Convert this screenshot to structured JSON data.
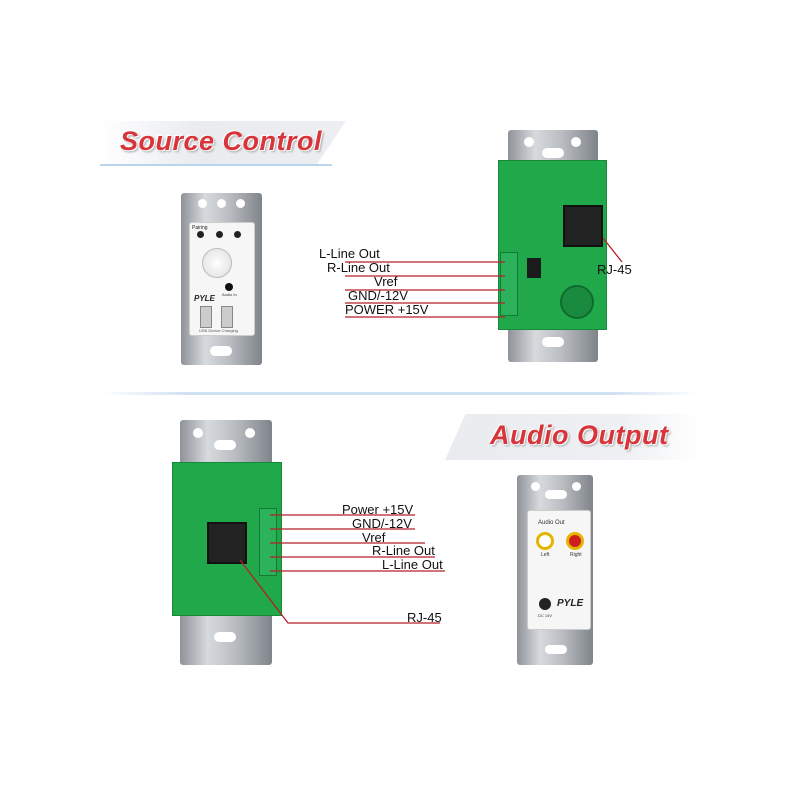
{
  "sections": {
    "source_control": {
      "title": "Source Control",
      "labels": [
        "L-Line Out",
        "R-Line Out",
        "Vref",
        "GND/-12V",
        "POWER +15V"
      ],
      "rj45": "RJ-45"
    },
    "audio_output": {
      "title": "Audio Output",
      "labels": [
        "Power +15V",
        "GND/-12V",
        "Vref",
        "R-Line Out",
        "L-Line Out"
      ],
      "rj45": "RJ-45"
    }
  },
  "devices": {
    "source_faceplate": {
      "brand": "PYLE",
      "buttons": [
        "Pairing",
        "",
        ""
      ],
      "jack": "Audio In",
      "usb": "USB Device Charging"
    },
    "audio_faceplate": {
      "brand": "PYLE",
      "heading": "Audio Out",
      "left": "Left",
      "right": "Right",
      "power": "DC 15V"
    }
  },
  "colors": {
    "title_red": "#d8343b",
    "line_red": "#b3202a",
    "pcb_green": "#20a84a",
    "divider_blue": "#cfe0f3"
  }
}
